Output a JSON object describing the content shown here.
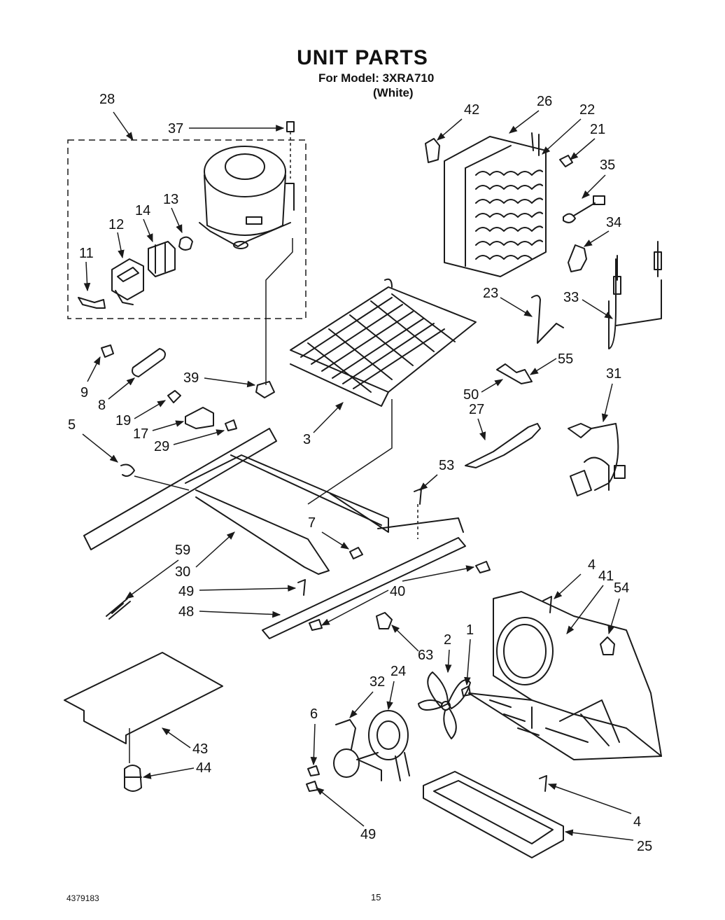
{
  "header": {
    "title": "UNIT PARTS",
    "model_line": "For Model: 3XRA710",
    "color_line": "(White)"
  },
  "footer": {
    "doc_number": "4379183",
    "page_number": "15"
  },
  "callouts": [
    "28",
    "37",
    "12",
    "14",
    "13",
    "11",
    "42",
    "26",
    "22",
    "21",
    "35",
    "34",
    "23",
    "33",
    "9",
    "8",
    "39",
    "19",
    "17",
    "29",
    "3",
    "55",
    "50",
    "27",
    "31",
    "5",
    "53",
    "7",
    "59",
    "30",
    "49",
    "40",
    "48",
    "4",
    "41",
    "54",
    "63",
    "2",
    "1",
    "32",
    "24",
    "6",
    "43",
    "44",
    "49",
    "4",
    "25"
  ]
}
